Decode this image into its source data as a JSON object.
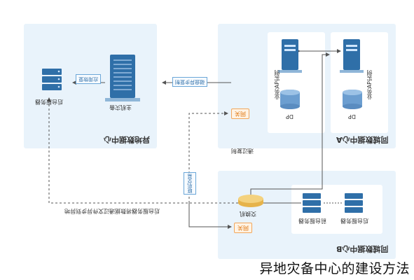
{
  "caption": "异地灾备中心的建设方法",
  "remote_center": {
    "title": "异地数据中心",
    "backup_server_label": "后台服务器",
    "host_backup_label": "主机灾备",
    "app_recovery_tag": "应用恢复",
    "data_sync_tag": "磁盘异步复制"
  },
  "dc_a": {
    "title": "同城数据中心A",
    "ap_left_label": "业务AP实例",
    "ap_right_label": "业务AP实例",
    "db_left_label": "DP",
    "db_right_label": "DP"
  },
  "dc_b": {
    "title": "同城数据中心B",
    "switch_label": "交换机",
    "center_server_label": "前台服务器",
    "backend_server_label": "后台服务器"
  },
  "links": {
    "gate_top": "网关",
    "gate_bottom": "网关",
    "aux_tag": "联机交易",
    "side_tag": "通过复制",
    "async_route_label": "后台服务器将数据通过文件异步到异地"
  }
}
